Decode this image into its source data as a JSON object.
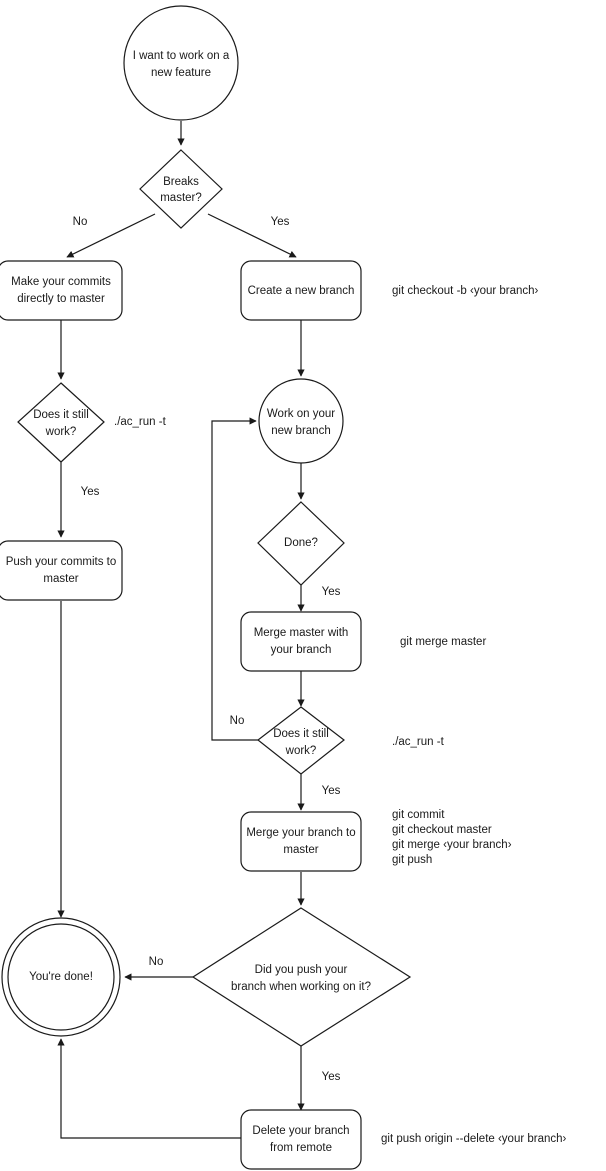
{
  "diagram": {
    "title": "Git branching workflow flowchart",
    "colors": {
      "background": "#ffffff",
      "stroke": "#1a1a1a",
      "text": "#1a1a1a",
      "shape_fill": "#ffffff"
    }
  },
  "nodes": {
    "start": {
      "label_line1": "I want to work on a",
      "label_line2": "new feature"
    },
    "breaks_master": {
      "label_line1": "Breaks",
      "label_line2": "master?"
    },
    "make_commits": {
      "label_line1": "Make your commits",
      "label_line2": "directly to master"
    },
    "create_branch": {
      "label_line1": "Create a new branch",
      "label_line2": ""
    },
    "does_it_work_left": {
      "label_line1": "Does it still",
      "label_line2": "work?"
    },
    "push_commits": {
      "label_line1": "Push your commits to",
      "label_line2": "master"
    },
    "work_branch": {
      "label_line1": "Work on your",
      "label_line2": "new branch"
    },
    "done_check": {
      "label_line1": "Done?",
      "label_line2": ""
    },
    "merge_master": {
      "label_line1": "Merge master with",
      "label_line2": "your branch"
    },
    "does_it_work_right": {
      "label_line1": "Does it still",
      "label_line2": "work?"
    },
    "merge_branch": {
      "label_line1": "Merge your branch to",
      "label_line2": "master"
    },
    "did_you_push": {
      "label_line1": "Did you push your",
      "label_line2": "branch when working on it?"
    },
    "delete_branch": {
      "label_line1": "Delete your branch",
      "label_line2": "from remote"
    },
    "youre_done": {
      "label_line1": "You're done!",
      "label_line2": ""
    }
  },
  "edge_labels": {
    "breaks_no": "No",
    "breaks_yes": "Yes",
    "work_left_yes": "Yes",
    "done_yes": "Yes",
    "work_right_no": "No",
    "work_right_yes": "Yes",
    "push_no": "No",
    "push_yes": "Yes"
  },
  "annotations": {
    "checkout_branch": "git checkout -b ‹your branch›",
    "ac_run_left": "./ac_run -t",
    "merge_master": "git merge master",
    "ac_run_right": "./ac_run -t",
    "merge_commands_line1": "git commit",
    "merge_commands_line2": "git checkout master",
    "merge_commands_line3": "git merge ‹your branch›",
    "merge_commands_line4": "git push",
    "delete_remote": "git push origin --delete ‹your branch›"
  }
}
